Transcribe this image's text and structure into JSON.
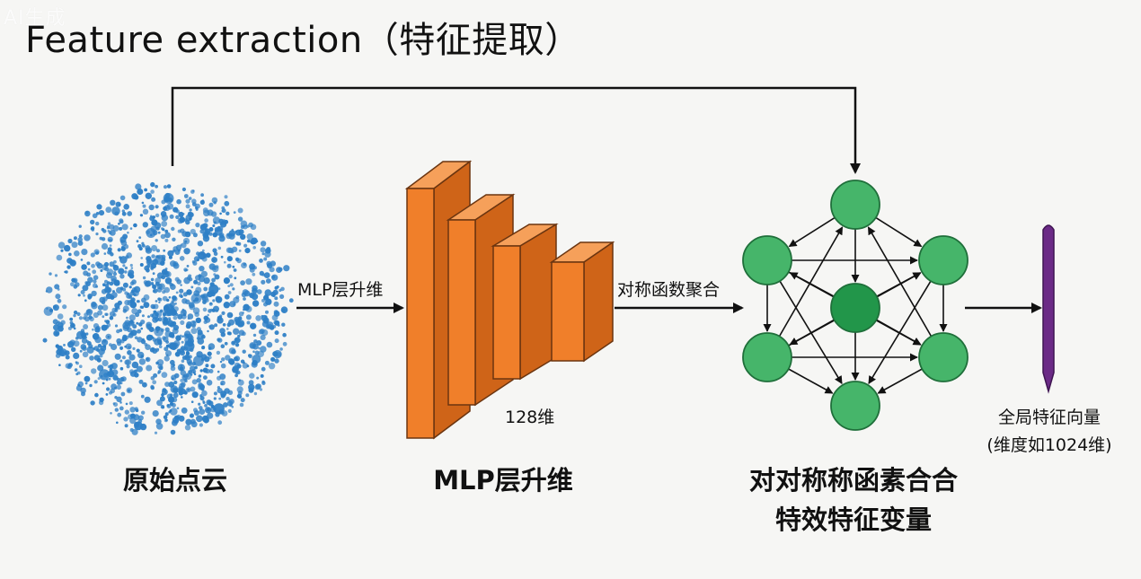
{
  "watermark": "AI生成",
  "title": "Feature extraction（特征提取）",
  "labels": {
    "arrow_mlp": "MLP层升维",
    "arrow_sym": "对称函数聚合",
    "dim_128": "128维"
  },
  "captions": {
    "point_cloud": "原始点云",
    "mlp": "MLP层升维",
    "symmetric_line1": "对对称称函素合合",
    "symmetric_line2": "特效特征变量",
    "global_line1": "全局特征向量",
    "global_line2": "(维度如1024维)"
  },
  "colors": {
    "points": "#2e7fc6",
    "block_front": "#f07f2a",
    "block_side": "#cf6418",
    "block_top": "#f6a05a",
    "block_edge": "#6b3510",
    "node": "#46b56a",
    "node_center": "#22964a",
    "node_edge": "#1f6f3a",
    "vector": "#6b2a86",
    "arrow": "#111111"
  }
}
